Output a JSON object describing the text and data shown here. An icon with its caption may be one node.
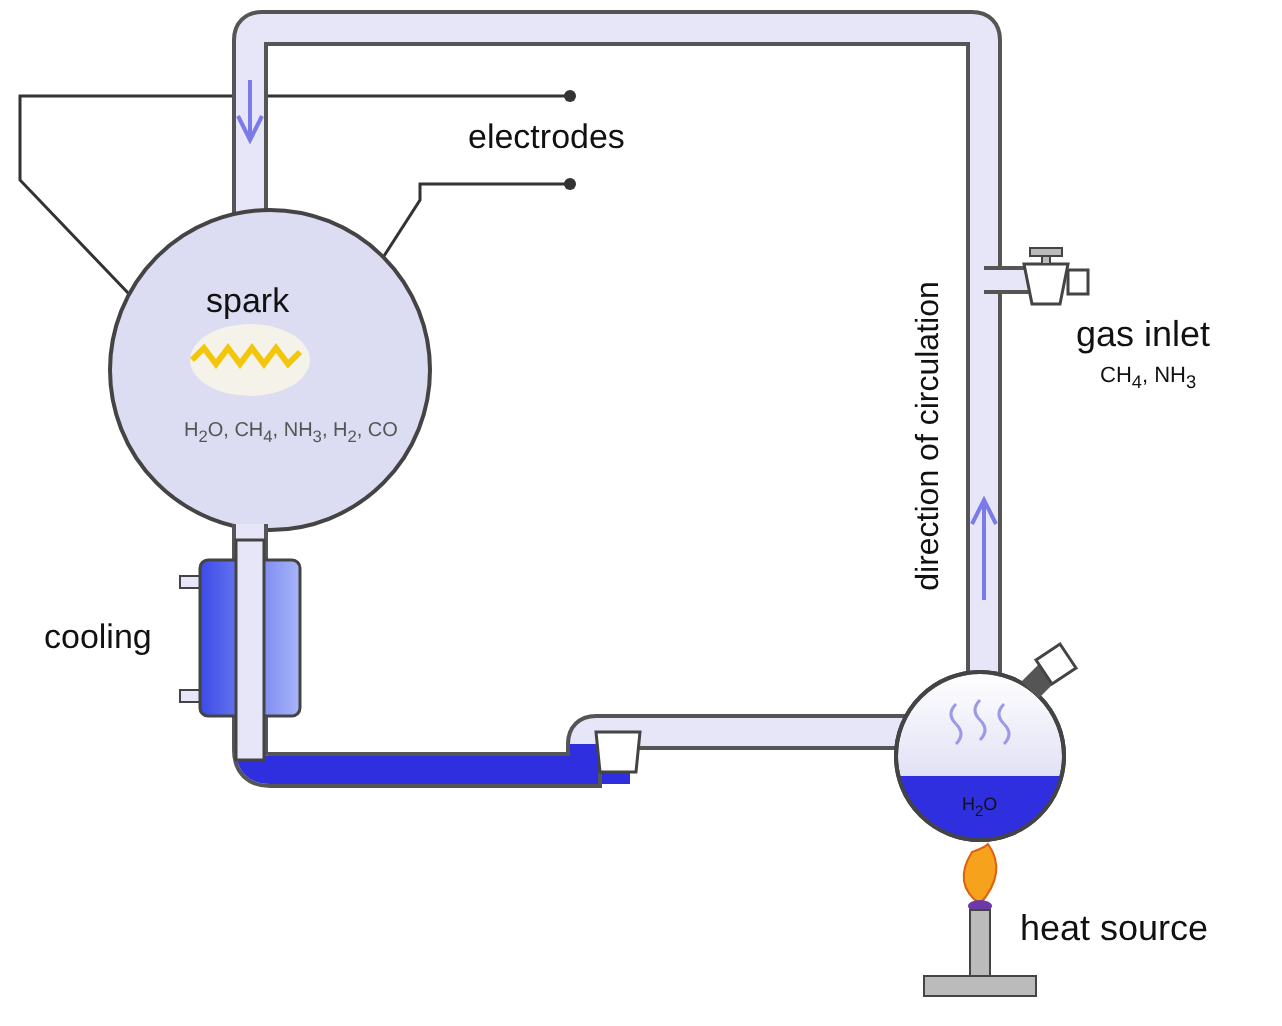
{
  "diagram": {
    "labels": [
      "electrodes",
      "spark",
      "H$_{2}$O, CH$_{4}$, NH$_{3}$, H$_{2}$, CO",
      "gas inlet",
      "CH$_{4}$, NH$_{3}$",
      "direction of circulation",
      "cooling",
      "H$_{2}$O",
      "heat source"
    ]
  }
}
